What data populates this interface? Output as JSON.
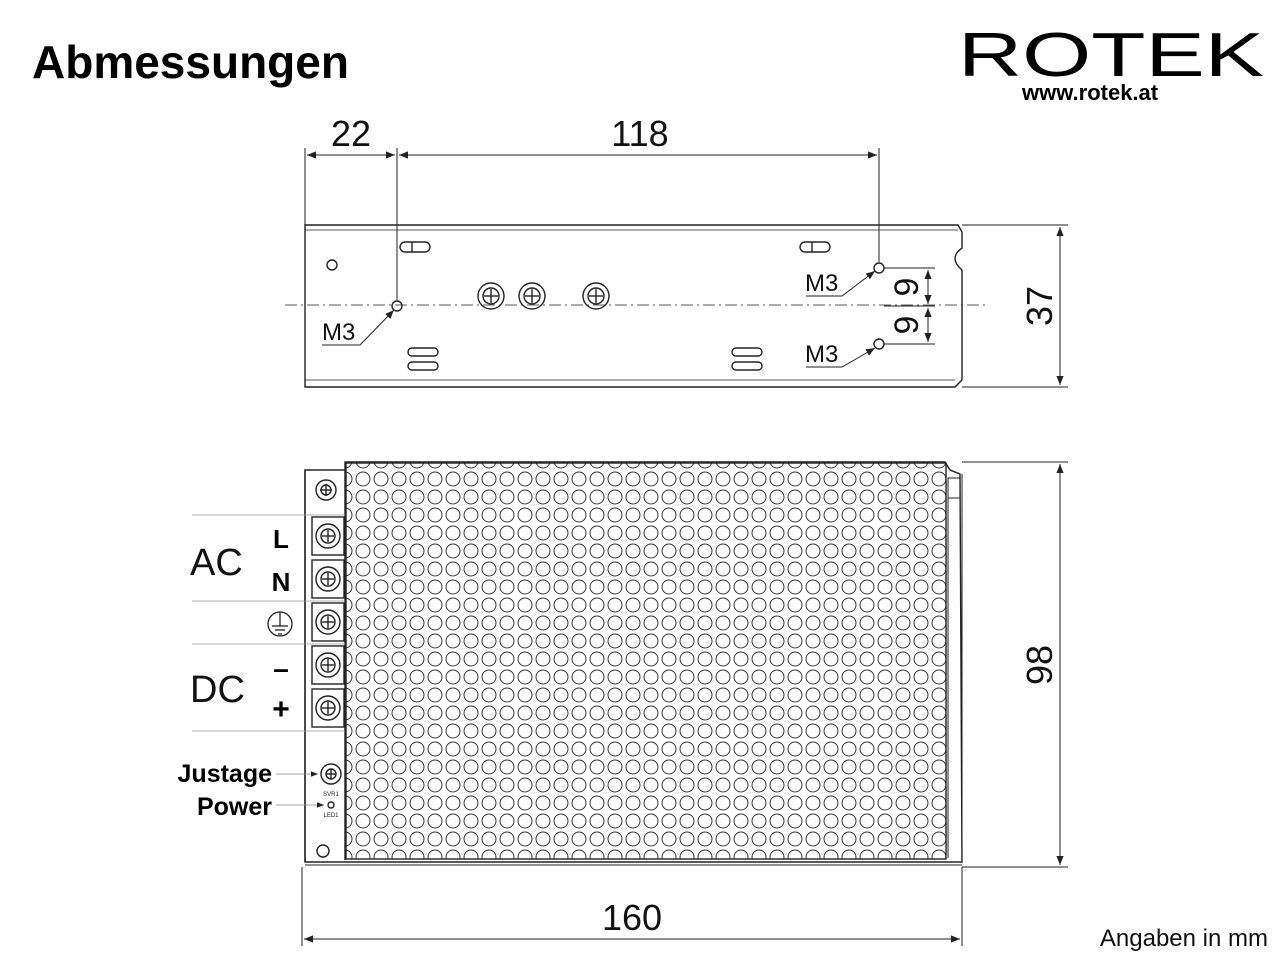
{
  "title": "Abmessungen",
  "brand": {
    "logo_text": "ROTEK",
    "url": "www.rotek.at"
  },
  "top_view": {
    "dim_left": "22",
    "dim_span": "118",
    "dim_height": "37",
    "dim_hole_upper": "9",
    "dim_hole_lower": "9",
    "hole_labels": [
      "M3",
      "M3",
      "M3"
    ]
  },
  "front_view": {
    "ac_label": "AC",
    "dc_label": "DC",
    "terminal_l": "L",
    "terminal_n": "N",
    "terminal_minus": "–",
    "terminal_plus": "+",
    "ground_icon": "ground-symbol-icon",
    "justage_label": "Justage",
    "power_label": "Power",
    "svr_label": "SVR1",
    "led_label": "LED1",
    "dim_height": "98",
    "dim_width": "160"
  },
  "unit_note": "Angaben in mm",
  "colors": {
    "line": "#222222",
    "accent": "#000000"
  }
}
